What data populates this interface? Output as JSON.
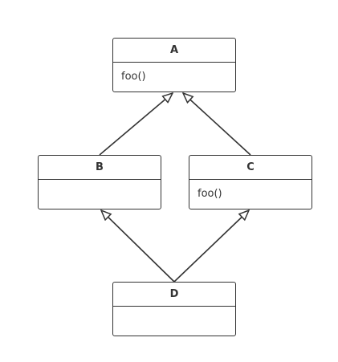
{
  "diagram": {
    "classes": {
      "a": {
        "name": "A",
        "members": [
          "foo()"
        ]
      },
      "b": {
        "name": "B",
        "members": []
      },
      "c": {
        "name": "C",
        "members": [
          "foo()"
        ]
      },
      "d": {
        "name": "D",
        "members": []
      }
    },
    "relationships": [
      {
        "from": "B",
        "to": "A",
        "type": "inheritance"
      },
      {
        "from": "C",
        "to": "A",
        "type": "inheritance"
      },
      {
        "from": "D",
        "to": "B",
        "type": "inheritance"
      },
      {
        "from": "D",
        "to": "C",
        "type": "inheritance"
      }
    ],
    "colors": {
      "stroke": "#333333",
      "fill": "#ffffff",
      "text": "#333333"
    }
  }
}
